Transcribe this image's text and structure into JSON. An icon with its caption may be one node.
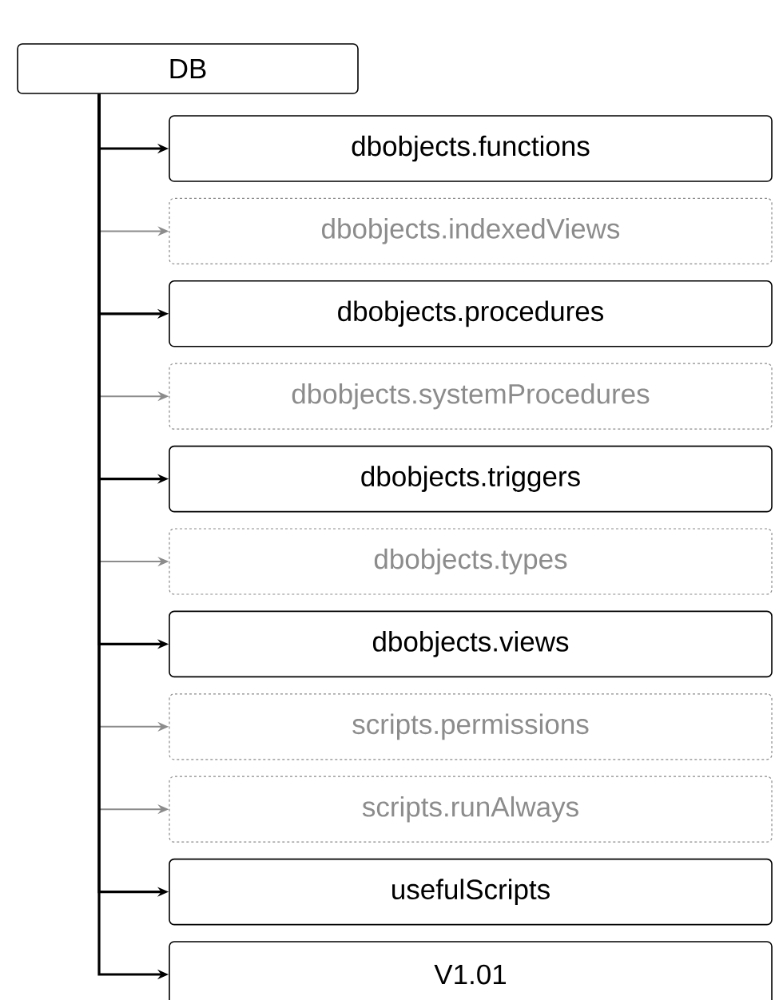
{
  "diagram": {
    "nodes": [
      {
        "text": [
          "DB"
        ]
      },
      {
        "text": [
          "dbobjects.functions"
        ]
      },
      {
        "text": [
          "dbobjects.indexedViews"
        ]
      },
      {
        "text": [
          "dbobjects.procedures"
        ]
      },
      {
        "text": [
          "dbobjects.systemProcedures"
        ]
      },
      {
        "text": [
          "dbobjects.triggers"
        ]
      },
      {
        "text": [
          "dbobjects.types"
        ]
      },
      {
        "text": [
          "dbobjects.views"
        ]
      },
      {
        "text": [
          "scripts.permissions"
        ]
      },
      {
        "text": [
          "scripts.runAlways"
        ]
      },
      {
        "text": [
          "usefulScripts"
        ]
      },
      {
        "text": [
          "V1.01"
        ]
      }
    ],
    "edges": [
      {
        "from": 0,
        "to": 1,
        "arrow": "to"
      },
      {
        "from": 0,
        "to": 2,
        "arrow": "to",
        "color": "#8c8c8c"
      },
      {
        "from": 0,
        "to": 3,
        "arrow": "to"
      },
      {
        "from": 0,
        "to": 4,
        "arrow": "to",
        "color": "#8c8c8c"
      },
      {
        "from": 0,
        "to": 5,
        "arrow": "to"
      },
      {
        "from": 0,
        "to": 6,
        "arrow": "to",
        "color": "#8c8c8c"
      },
      {
        "from": 0,
        "to": 7,
        "arrow": "to"
      },
      {
        "from": 0,
        "to": 8,
        "arrow": "to",
        "color": "#8c8c8c"
      },
      {
        "from": 0,
        "to": 9,
        "arrow": "to",
        "color": "#8c8c8c"
      },
      {
        "from": 0,
        "to": 10,
        "arrow": "to"
      },
      {
        "from": 0,
        "to": 11,
        "arrow": "to"
      }
    ]
  }
}
